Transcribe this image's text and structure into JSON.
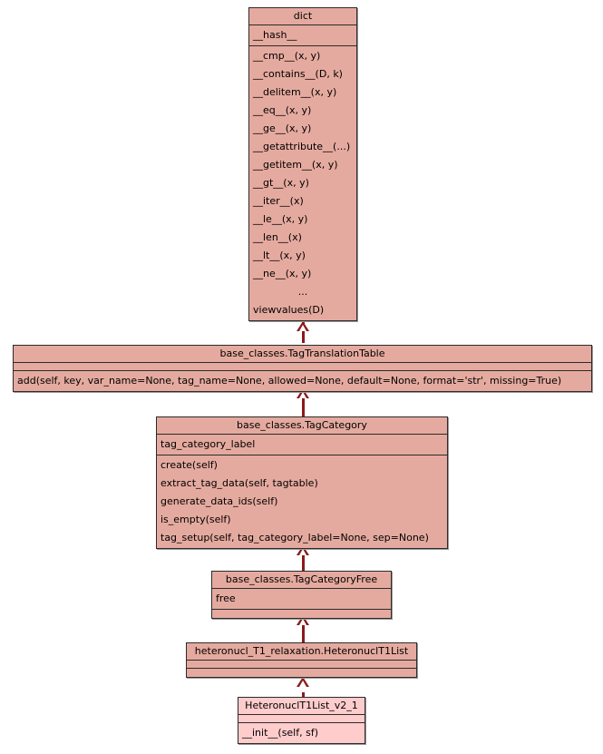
{
  "diagram": {
    "type": "uml-class-diagram",
    "background_color": "#ffffff",
    "class_fill_color": "#e5aa9f",
    "highlight_fill_color": "#ffcccc",
    "border_color": "#2b2b2b",
    "edge_color": "#8b1a1a",
    "relationship": "generalization"
  },
  "classes": [
    {
      "id": "dict",
      "name": "dict",
      "attributes": [
        "__hash__"
      ],
      "methods": [
        "__cmp__(x, y)",
        "__contains__(D, k)",
        "__delitem__(x, y)",
        "__eq__(x, y)",
        "__ge__(x, y)",
        "__getattribute__(...)",
        "__getitem__(x, y)",
        "__gt__(x, y)",
        "__iter__(x)",
        "__le__(x, y)",
        "__len__(x)",
        "__lt__(x, y)",
        "__ne__(x, y)",
        "...",
        "viewvalues(D)"
      ]
    },
    {
      "id": "tag-translation-table",
      "name": "base_classes.TagTranslationTable",
      "attributes": [],
      "methods": [
        "add(self, key, var_name=None, tag_name=None, allowed=None, default=None, format='str', missing=True)"
      ]
    },
    {
      "id": "tag-category",
      "name": "base_classes.TagCategory",
      "attributes": [
        "tag_category_label"
      ],
      "methods": [
        "create(self)",
        "extract_tag_data(self, tagtable)",
        "generate_data_ids(self)",
        "is_empty(self)",
        "tag_setup(self, tag_category_label=None, sep=None)"
      ]
    },
    {
      "id": "tag-category-free",
      "name": "base_classes.TagCategoryFree",
      "attributes": [
        "free"
      ],
      "methods": []
    },
    {
      "id": "heteronucl-t1-list",
      "name": "heteronucl_T1_relaxation.HeteronuclT1List",
      "attributes": [],
      "methods": []
    },
    {
      "id": "heteronucl-t1-list-v2-1",
      "name": "HeteronuclT1List_v2_1",
      "attributes": [],
      "methods": [
        "__init__(self, sf)"
      ],
      "highlighted": true
    }
  ]
}
